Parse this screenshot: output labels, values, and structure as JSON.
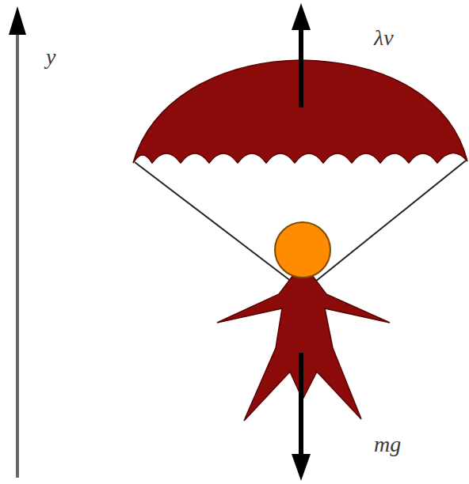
{
  "diagram": {
    "labels": [
      "y",
      "λv",
      "mg"
    ]
  }
}
